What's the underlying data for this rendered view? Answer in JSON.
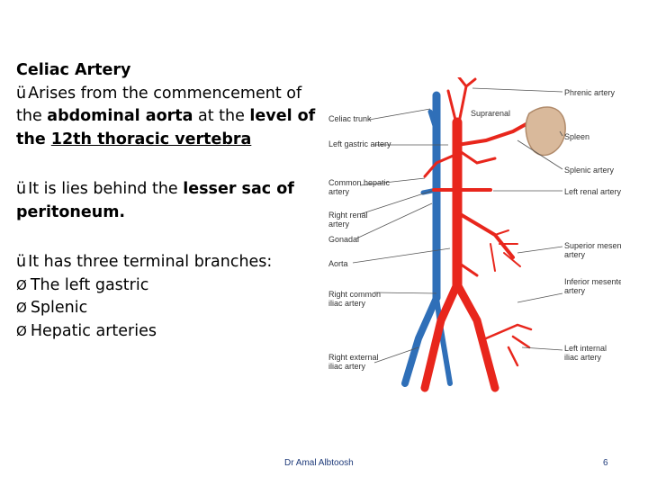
{
  "slide": {
    "title": "Celiac Artery",
    "bullet1": {
      "check": "ü",
      "part1": "Arises from the commencement of the ",
      "bold1": "abdominal aorta",
      "part2": " at the ",
      "bold2": "level of the ",
      "underline": "12th thoracic vertebra"
    },
    "bullet2": {
      "check": "ü",
      "part1": "It is lies behind the ",
      "bold1": "lesser sac of peritoneum."
    },
    "bullet3": {
      "check": "ü",
      "text": "It has three terminal branches:"
    },
    "sub_arrow": "Ø",
    "sub_items": [
      "The left gastric",
      "Splenic",
      "Hepatic arteries"
    ]
  },
  "figure": {
    "labels_left": [
      "Celiac trunk",
      "Left gastric artery",
      "Common hepatic",
      "artery",
      "Right renal",
      "artery",
      "Gonadal",
      "Aorta",
      "Right common",
      "iliac artery",
      "Right external",
      "iliac artery"
    ],
    "labels_right": [
      "Phrenic artery",
      "Suprarenal",
      "Spleen",
      "Splenic artery",
      "Left renal artery",
      "Superior mesenteric",
      "artery",
      "Inferior mesenteric",
      "artery",
      "Left internal",
      "iliac artery"
    ],
    "colors": {
      "artery": "#e8261c",
      "vein": "#2f6fb8",
      "spleen": "#d9b99b",
      "leader": "#555555"
    }
  },
  "footer": {
    "author": "Dr Amal Albtoosh",
    "page": "6"
  }
}
